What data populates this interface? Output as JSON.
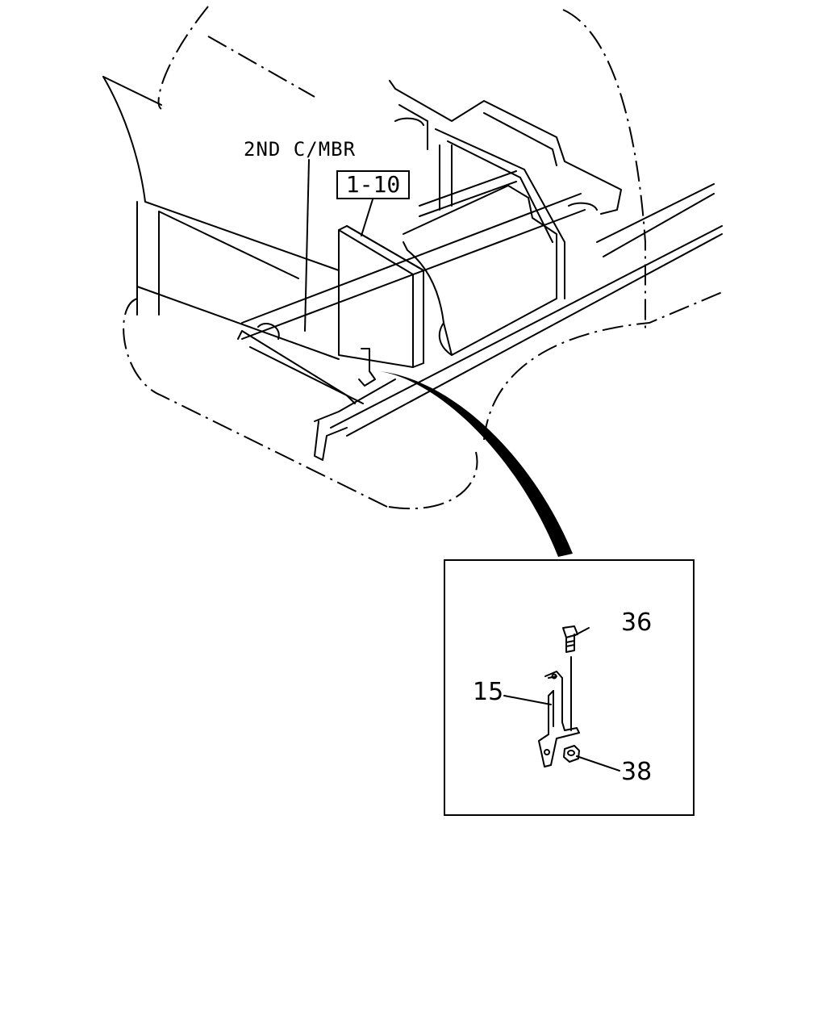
{
  "callouts": {
    "second_cross_member": "2ND C/MBR",
    "group_ref": "1-10",
    "bolt": "36",
    "bracket": "15",
    "nut": "38"
  }
}
